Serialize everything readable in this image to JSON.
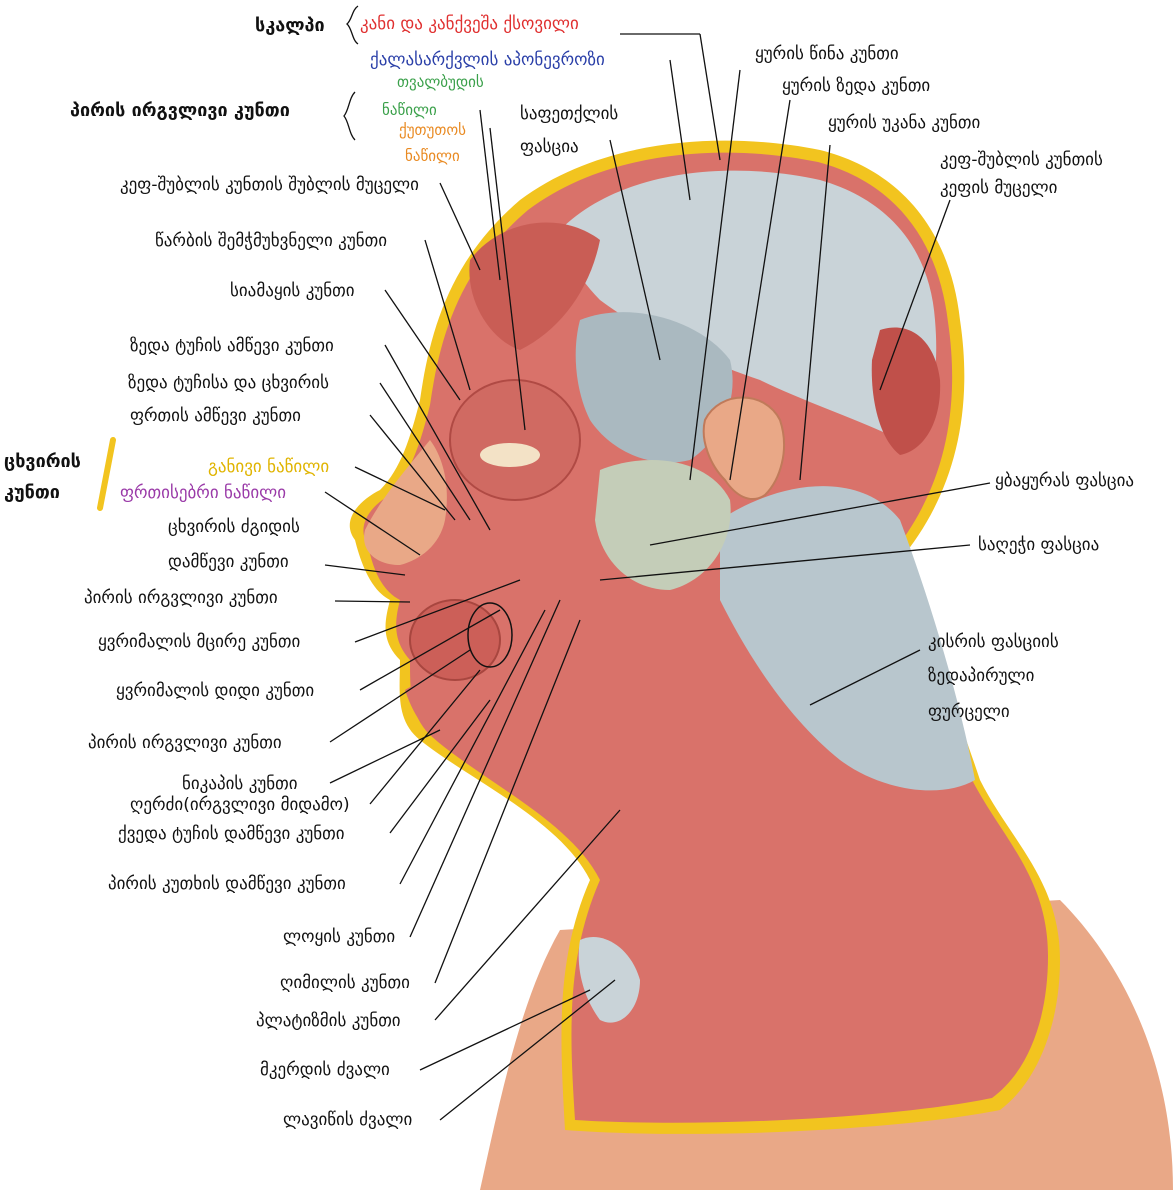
{
  "colors": {
    "skin": "#e9a887",
    "skin_dark": "#d48a6a",
    "muscle": "#d9726a",
    "muscle_dark": "#c0504a",
    "fascia": "#c9d3d8",
    "fascia_dark": "#9fb0b8",
    "fat": "#f2c41f",
    "label_red": "#e03030",
    "label_blue": "#2a3fa8",
    "label_green": "#3aa04a",
    "label_orange": "#e98a22",
    "label_yellow": "#e0b400",
    "label_purple": "#9a3aa8",
    "bracket_yellow": "#f2c41f",
    "line": "#111111"
  },
  "labels": {
    "scalp": "სკალპი",
    "skin_subcutis": "კანი და კანქვეშა ქსოვილი",
    "galea": "ქალასარქვლის აპონევროზი",
    "orbicularis_oculi": "პირის ირგვლივი კუნთი",
    "orbital_part_1": "თვალბუდის",
    "orbital_part_2": "ნაწილი",
    "palpebral_part_1": "ქუთუთოს",
    "palpebral_part_2": "ნაწილი",
    "temporal_fascia_1": "საფეთქლის",
    "temporal_fascia_2": "ფასცია",
    "frontal_belly": "კეფ-შუბლის კუნთის შუბლის მუცელი",
    "corrugator": "წარბის შემჭმუხვნელი კუნთი",
    "procerus": "სიამაყის კუნთი",
    "levator_labii": "ზედა ტუჩის ამწევი კუნთი",
    "levator_labii_alaeque_1": "ზედა ტუჩისა და ცხვირის",
    "levator_labii_alaeque_2": "ფრთის ამწევი კუნთი",
    "nasalis": "ცხვირის",
    "nasalis_2": "კუნთი",
    "transverse_part": "განივი ნაწილი",
    "alar_part": "ფრთისებრი ნაწილი",
    "depressor_septi_1": "ცხვირის ძგიდის",
    "depressor_septi_2": "დამწევი კუნთი",
    "orbicularis_oris_1": "პირის ირგვლივი კუნთი",
    "zygomatic_minor": "ყვრიმალის მცირე კუნთი",
    "zygomatic_major": "ყვრიმალის დიდი კუნთი",
    "orbicularis_oris_2": "პირის ირგვლივი კუნთი",
    "mentalis": "ნიკაპის კუნთი",
    "modiolus": "ღერძი(ირგვლივი მიდამო)",
    "depressor_labii": "ქვედა ტუჩის დამწევი კუნთი",
    "depressor_anguli": "პირის კუთხის დამწევი კუნთი",
    "buccinator": "ლოყის კუნთი",
    "risorius": "ღიმილის კუნთი",
    "platysma": "პლატიზმის კუნთი",
    "sternum": "მკერდის ძვალი",
    "clavicle": "ლავიწის ძვალი",
    "auricularis_anterior": "ყურის წინა კუნთი",
    "auricularis_superior": "ყურის ზედა კუნთი",
    "auricularis_posterior": "ყურის უკანა კუნთი",
    "occipital_belly_1": "კეფ-შუბლის კუნთის",
    "occipital_belly_2": "კეფის მუცელი",
    "masseteric_fascia": "ყბაყურას ფასცია",
    "parotid_fascia": "საღეჭი ფასცია",
    "cervical_fascia_1": "კისრის ფასციის",
    "cervical_fascia_2": "ზედაპირული",
    "cervical_fascia_3": "ფურცელი"
  }
}
